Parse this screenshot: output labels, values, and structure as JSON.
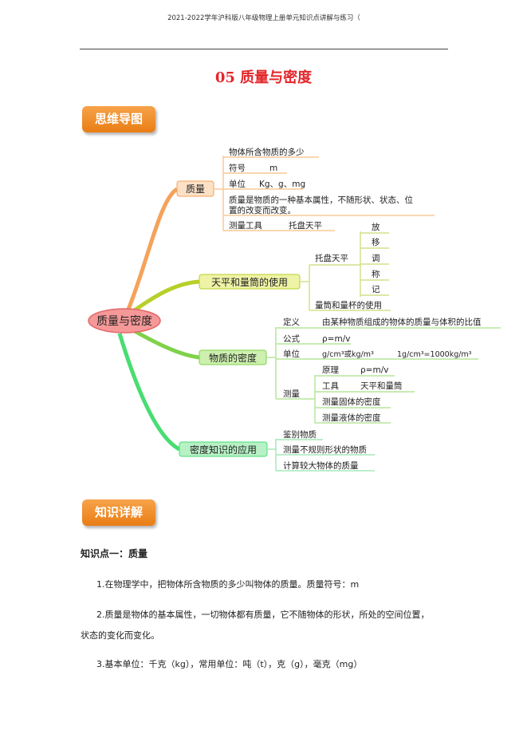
{
  "header": "2021-2022学年沪科版八年级物理上册单元知识点讲解与练习（",
  "title": "05  质量与密度",
  "section_mindmap": "思维导图",
  "section_knowledge": "知识详解",
  "mindmap": {
    "center": "质量与密度",
    "mass": {
      "label": "质量",
      "def": "物体所含物质的多少",
      "symbol_label": "符号",
      "symbol_value": "m",
      "unit_label": "单位",
      "unit_value": "Kg、g、mg",
      "prop_line1": "质量是物质的一种基本属性，不随形状、状态、位",
      "prop_line2": "置的改变而改变。",
      "tool_label": "测量工具",
      "tool_value": "托盘天平"
    },
    "balance": {
      "label": "天平和量筒的使用",
      "tray": "托盘天平",
      "steps": [
        "放",
        "移",
        "调",
        "称",
        "记"
      ],
      "cylinder": "量筒和量杯的使用"
    },
    "density": {
      "label": "物质的密度",
      "def_label": "定义",
      "def_value": "由某种物质组成的物体的质量与体积的比值",
      "formula_label": "公式",
      "formula_value": "ρ=m/v",
      "unit_label": "单位",
      "unit_value": "g/cm³或kg/m³",
      "unit_conv": "1g/cm³=1000kg/m³",
      "measure_label": "测量",
      "principle_label": "原理",
      "principle_value": "ρ=m/v",
      "tool_label": "工具",
      "tool_value": "天平和量筒",
      "solid": "测量固体的密度",
      "liquid": "测量液体的密度"
    },
    "application": {
      "label": "密度知识的应用",
      "items": [
        "鉴别物质",
        "测量不规则形状的物质",
        "计算较大物体的质量"
      ]
    }
  },
  "knowledge": {
    "point1_title": "知识点一：质量",
    "p1": "1.在物理学中，把物体所含物质的多少叫物体的质量。质量符号：m",
    "p2_line1": "2.质量是物体的基本属性，一切物体都有质量，它不随物体的形状，所处的空间位置，",
    "p2_line2": "状态的变化而变化。",
    "p3": "3.基本单位：千克（kg），常用单位：吨（t），克（g），毫克（mg）"
  }
}
